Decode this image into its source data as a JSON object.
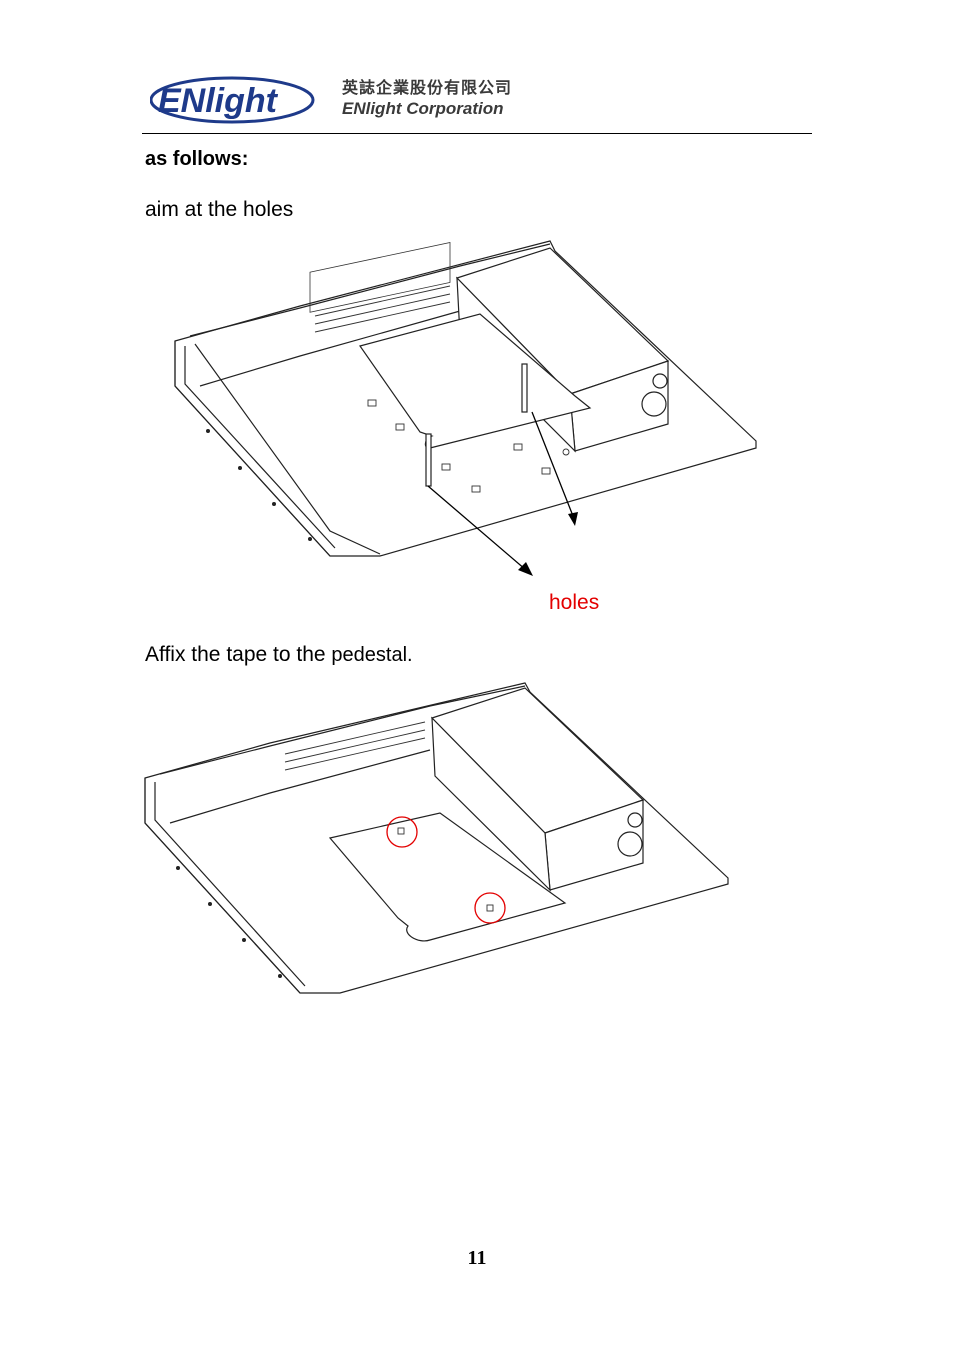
{
  "header": {
    "logo_text": "ENlight",
    "company_name_cn": "英誌企業股份有限公司",
    "company_name_en": "ENlight Corporation"
  },
  "content": {
    "heading": "as follows:",
    "step1_text": "aim at the holes",
    "holes_label": "holes",
    "step2_text_a": "Affix the tape to the ",
    "step2_text_b": "pedestal."
  },
  "footer": {
    "page_number": "11"
  },
  "colors": {
    "label_red": "#e30000",
    "logo_blue": "#1e3a8a"
  }
}
